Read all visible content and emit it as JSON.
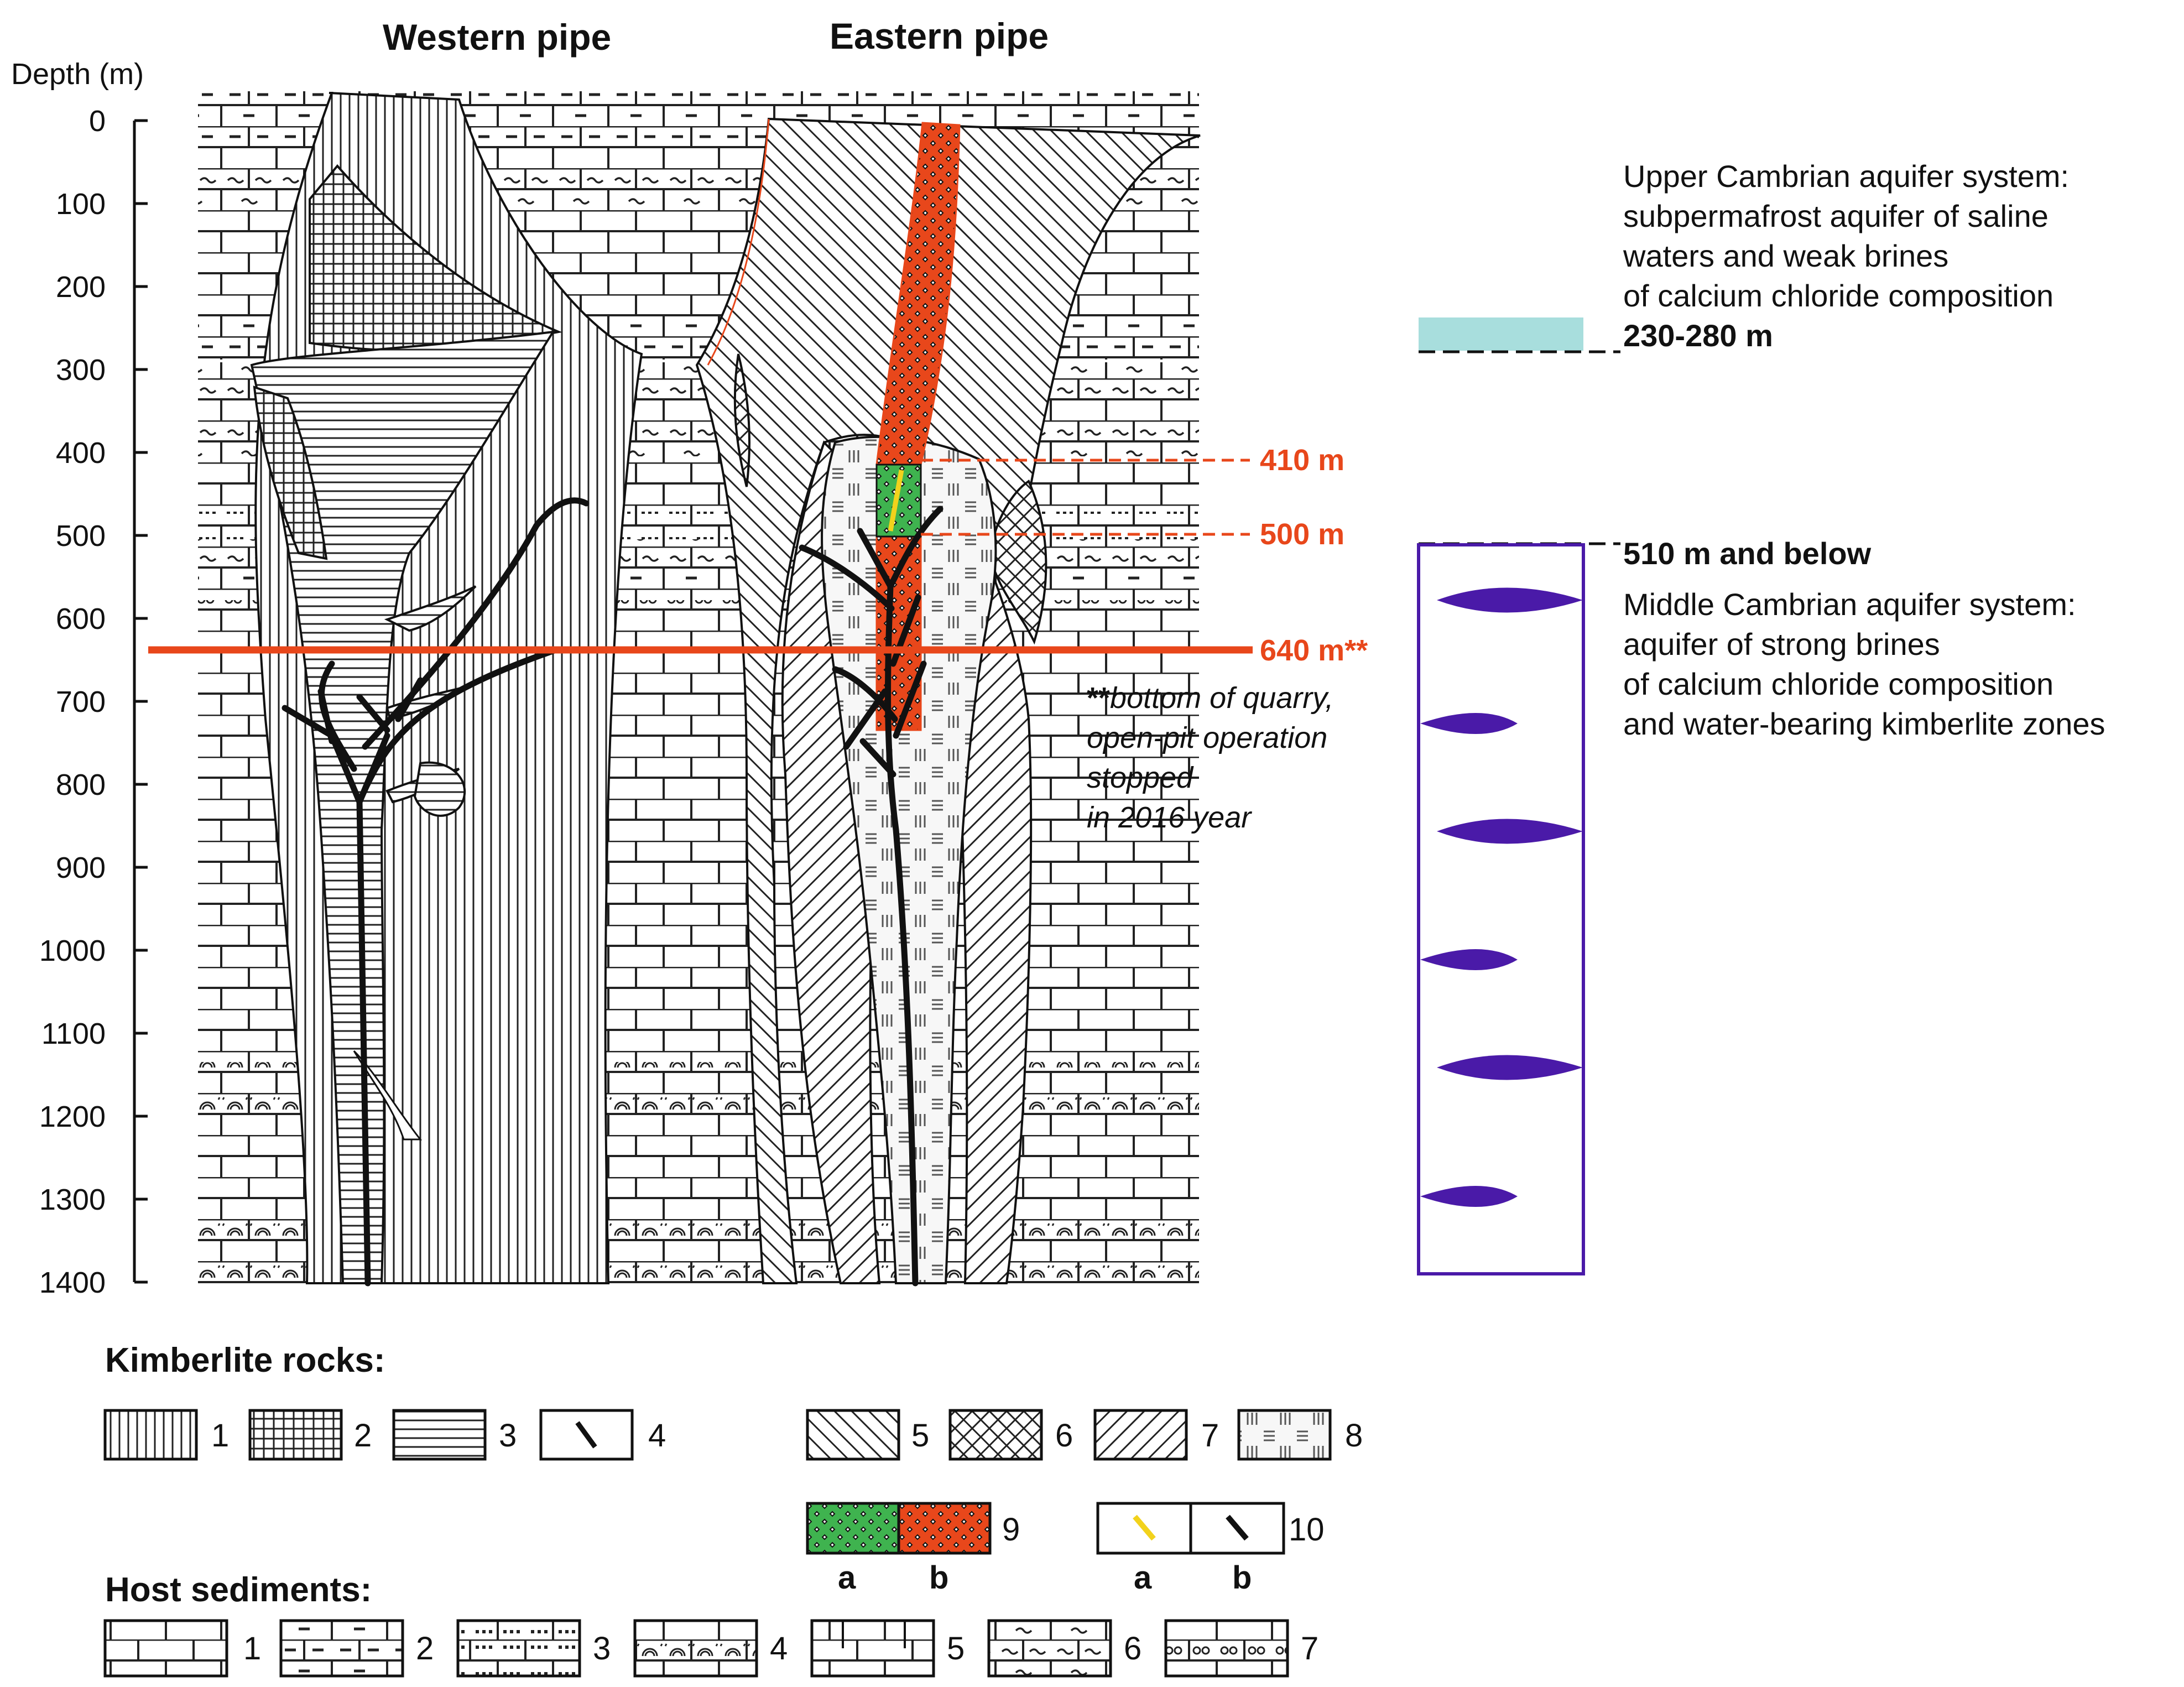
{
  "titles": {
    "western": "Western pipe",
    "eastern": "Eastern pipe"
  },
  "axis": {
    "label": "Depth (m)",
    "ticks": [
      "0",
      "100",
      "200",
      "300",
      "400",
      "500",
      "600",
      "700",
      "800",
      "900",
      "1000",
      "1100",
      "1200",
      "1300",
      "1400"
    ]
  },
  "markers": {
    "m410": "410 m",
    "m500": "500 m",
    "m640": "640 m**"
  },
  "quarry_note": {
    "line1_bold": "**",
    "line1": "bottom of quarry,",
    "line2": "open-pit operation",
    "line3": "stopped",
    "line4": "in 2016 year"
  },
  "aquifers": {
    "upper": {
      "line1": "Upper Cambrian aquifer system:",
      "line2": "subpermafrost aquifer of saline",
      "line3": "waters and weak brines",
      "line4": "of calcium chloride composition",
      "depth": "230-280 m"
    },
    "middle": {
      "depth": "510 m and below",
      "line1": "Middle Cambrian aquifer system:",
      "line2": "aquifer of strong brines",
      "line3": "of calcium chloride composition",
      "line4": "and water-bearing kimberlite zones"
    }
  },
  "legend": {
    "kimberlite_title": "Kimberlite rocks:",
    "host_title": "Host sediments:",
    "kimberlite_items": [
      "1",
      "2",
      "3",
      "4",
      "5",
      "6",
      "7",
      "8",
      "9",
      "10"
    ],
    "sub_labels": [
      "a",
      "b",
      "a",
      "b"
    ],
    "host_items": [
      "1",
      "2",
      "3",
      "4",
      "5",
      "6",
      "7"
    ]
  },
  "colors": {
    "red": "#e8471b",
    "green": "#3fb34f",
    "cyan": "#a8dedd",
    "purple": "#4a1aa8",
    "yellow": "#f2d21c"
  }
}
